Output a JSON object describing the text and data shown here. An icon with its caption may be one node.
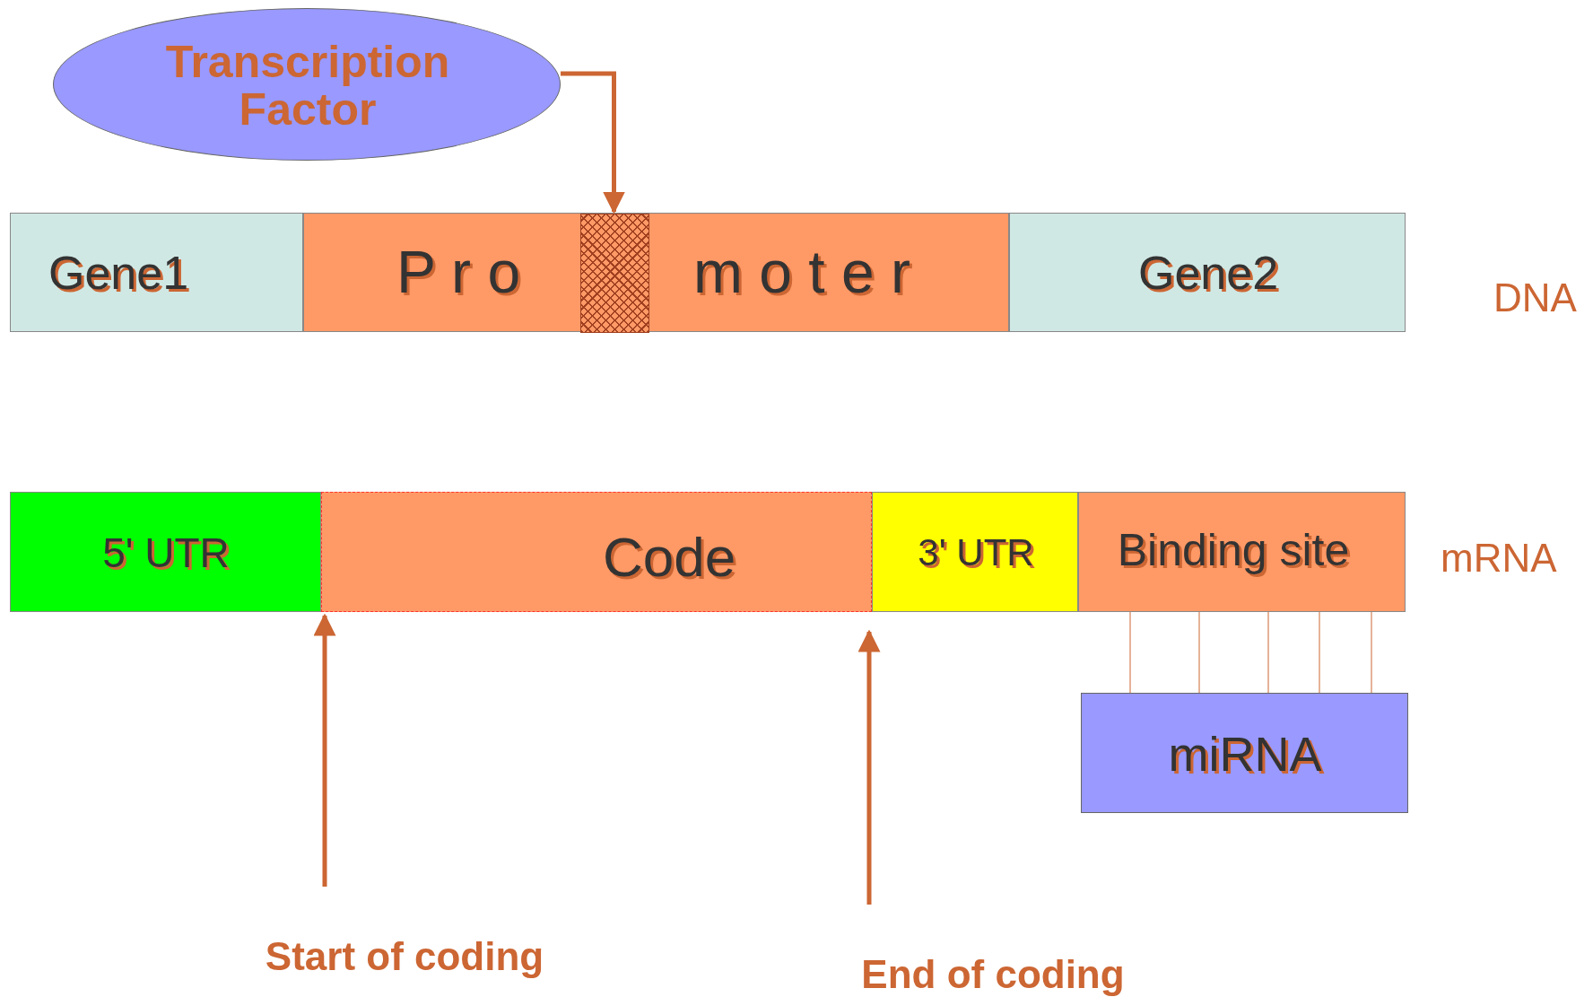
{
  "diagram": {
    "nodes": [
      {
        "text": [
          "Transcription Factor"
        ]
      },
      {
        "text": [
          "Gene1"
        ]
      },
      {
        "text": [
          "P r o",
          "m o t e r"
        ]
      },
      {
        "text": [],
        "shape": "box",
        "in": 2
      },
      {
        "text": [
          "Gene2"
        ]
      },
      {
        "text": [
          "5' UTR"
        ]
      },
      {
        "text": [
          "Code"
        ]
      },
      {
        "text": [
          "3' UTR"
        ]
      },
      {
        "text": [
          "Binding site"
        ]
      },
      {
        "text": [
          "miRNA"
        ]
      },
      {
        "text": [
          "Start of coding"
        ]
      },
      {
        "text": [
          "End of coding"
        ]
      }
    ],
    "edges": [
      {
        "from": 0,
        "to": 3,
        "arrow": "to",
        "style": "thick"
      },
      {
        "from": 10,
        "to": 6,
        "arrow": "to",
        "style": "thick"
      },
      {
        "from": 11,
        "to": 6,
        "arrow": "to",
        "style": "thick"
      },
      {
        "from": 9,
        "to": 8,
        "arrow": "none"
      },
      {
        "from": 9,
        "to": 8,
        "arrow": "none"
      },
      {
        "from": 9,
        "to": 8,
        "arrow": "none"
      },
      {
        "from": 9,
        "to": 8,
        "arrow": "none"
      },
      {
        "from": 9,
        "to": 8,
        "arrow": "none"
      }
    ],
    "labels": [
      "DNA",
      "mRNA"
    ]
  }
}
